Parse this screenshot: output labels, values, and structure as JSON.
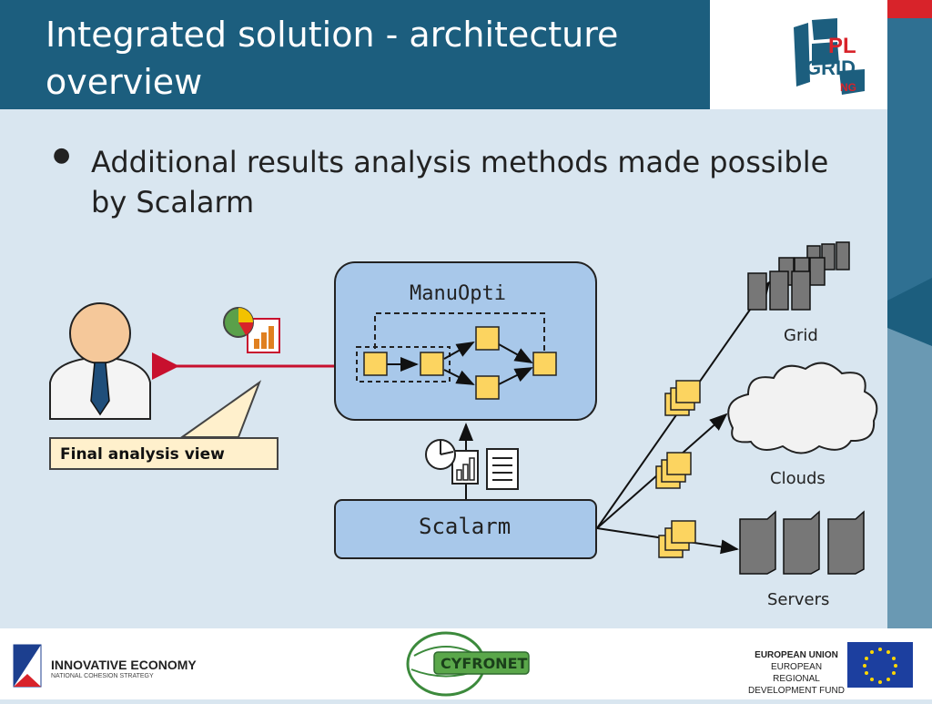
{
  "slide": {
    "title": "Integrated solution - architecture overview",
    "bullet": "Additional results analysis methods made possible by Scalarm"
  },
  "diagram": {
    "manuopti_label": "ManuOpti",
    "scalarm_label": "Scalarm",
    "final_view_label": "Final analysis view",
    "grid_label": "Grid",
    "clouds_label": "Clouds",
    "servers_label": "Servers"
  },
  "logos": {
    "plgrid_line1": "PL",
    "plgrid_line2": "GRID",
    "plgrid_line3": "NG",
    "innovative_title": "INNOVATIVE ECONOMY",
    "innovative_sub": "NATIONAL COHESION STRATEGY",
    "cyfronet": "CYFRONET",
    "eu_line1": "EUROPEAN UNION",
    "eu_line2": "EUROPEAN REGIONAL",
    "eu_line3": "DEVELOPMENT FUND"
  },
  "colors": {
    "header": "#1c5e7e",
    "accent_red": "#d8232a",
    "node_yellow": "#fcd460",
    "panel_blue": "#a8c8ea"
  }
}
